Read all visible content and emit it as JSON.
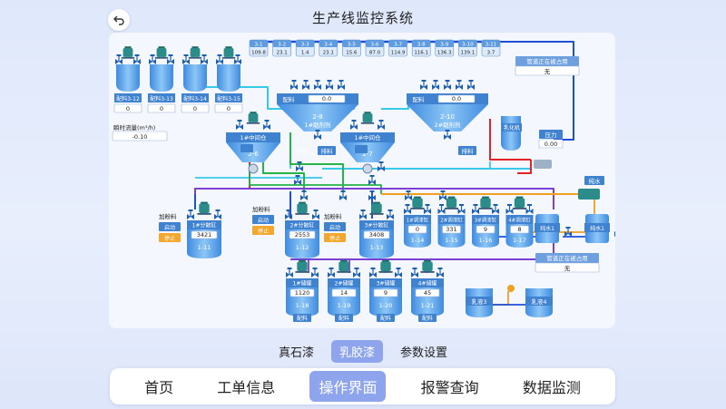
{
  "header": {
    "title": "生产线监控系统"
  },
  "pumps": [
    {
      "code": "3-1",
      "value": "109.8"
    },
    {
      "code": "3-2",
      "value": "23.1"
    },
    {
      "code": "3-3",
      "value": "1.4"
    },
    {
      "code": "3-4",
      "value": "23.1"
    },
    {
      "code": "3-5",
      "value": "15.6"
    },
    {
      "code": "3-6",
      "value": "87.0"
    },
    {
      "code": "3-7",
      "value": "114.9"
    },
    {
      "code": "3-8",
      "value": "116.1"
    },
    {
      "code": "3-9",
      "value": "136.3"
    },
    {
      "code": "3-10",
      "value": "139.1"
    },
    {
      "code": "3-11",
      "value": "3.7"
    }
  ],
  "pipe_status_top": {
    "label": "管道正在被占用",
    "value": "无"
  },
  "pipe_status_bottom": {
    "label": "管道正在被占用",
    "value": "无"
  },
  "ingredients": [
    {
      "label": "配料3-12",
      "value": "0"
    },
    {
      "label": "配料3-13",
      "value": "0"
    },
    {
      "label": "配料3-14",
      "value": "0"
    },
    {
      "label": "配料3-15",
      "value": "0"
    }
  ],
  "flow": {
    "label": "瞬时流量(m³/h)",
    "value": "-0.10"
  },
  "hoppers": [
    {
      "label": "配料",
      "value": "0.0",
      "id": "2-8",
      "name": "1#助剂剂"
    },
    {
      "label": "配料",
      "value": "0.0",
      "id": "2-10",
      "name": "2#助剂剂"
    }
  ],
  "mid_tanks": [
    {
      "name": "1#中间仓",
      "id": "2-6",
      "discharge": "排料"
    },
    {
      "name": "1#中间仓",
      "id": "2-7",
      "discharge": "排料"
    }
  ],
  "discharge_right": "排料",
  "mixer_label": "乳化机",
  "pressure": {
    "label": "压力",
    "value": "0.00"
  },
  "pure_water": "纯水",
  "pure_tanks": [
    "纯水1",
    "纯水1"
  ],
  "latex_tanks": [
    "乳液3",
    "乳液4"
  ],
  "add_powder": [
    {
      "label": "加粉料",
      "start": "启动",
      "stop": "停止"
    },
    {
      "label": "加粉料",
      "start": "启动",
      "stop": "停止"
    },
    {
      "label": "加粉料",
      "start": "启动",
      "stop": "停止"
    }
  ],
  "disp_tanks": [
    {
      "name": "1#分散缸",
      "value": "3421",
      "id": "1-11"
    },
    {
      "name": "2#分散缸",
      "value": "2553",
      "id": "1-12"
    },
    {
      "name": "3#分散缸",
      "value": "3408",
      "id": "1-13"
    }
  ],
  "mix_tanks": [
    {
      "name": "1#调漆缸",
      "value": "0",
      "id": "1-14"
    },
    {
      "name": "2#调漆缸",
      "value": "331",
      "id": "1-15"
    },
    {
      "name": "3#调漆缸",
      "value": "9",
      "id": "1-16"
    },
    {
      "name": "4#调漆缸",
      "value": "8",
      "id": "1-17"
    }
  ],
  "store_tanks": [
    {
      "name": "1#储罐",
      "value": "1120",
      "id": "1-18",
      "btn": "配料"
    },
    {
      "name": "2#储罐",
      "value": "14",
      "id": "1-19",
      "btn": "配料"
    },
    {
      "name": "3#储罐",
      "value": "9",
      "id": "1-20",
      "btn": "配料"
    },
    {
      "name": "4#储罐",
      "value": "45",
      "id": "1-21",
      "btn": "配料"
    }
  ],
  "sub_tabs": [
    "真石漆",
    "乳胶漆",
    "参数设置"
  ],
  "nav": [
    "首页",
    "工单信息",
    "操作界面",
    "报警查询",
    "数据监测"
  ],
  "colors": {
    "accent": "#8ea4ec",
    "pipe_blue": "#1e4fd8",
    "pipe_cyan": "#36c9e8",
    "pipe_red": "#e0242a",
    "pipe_green": "#25b34a",
    "pipe_purple": "#7c3fd6",
    "pipe_orange": "#f0a020",
    "tank_blue": "#4f9ce6"
  }
}
